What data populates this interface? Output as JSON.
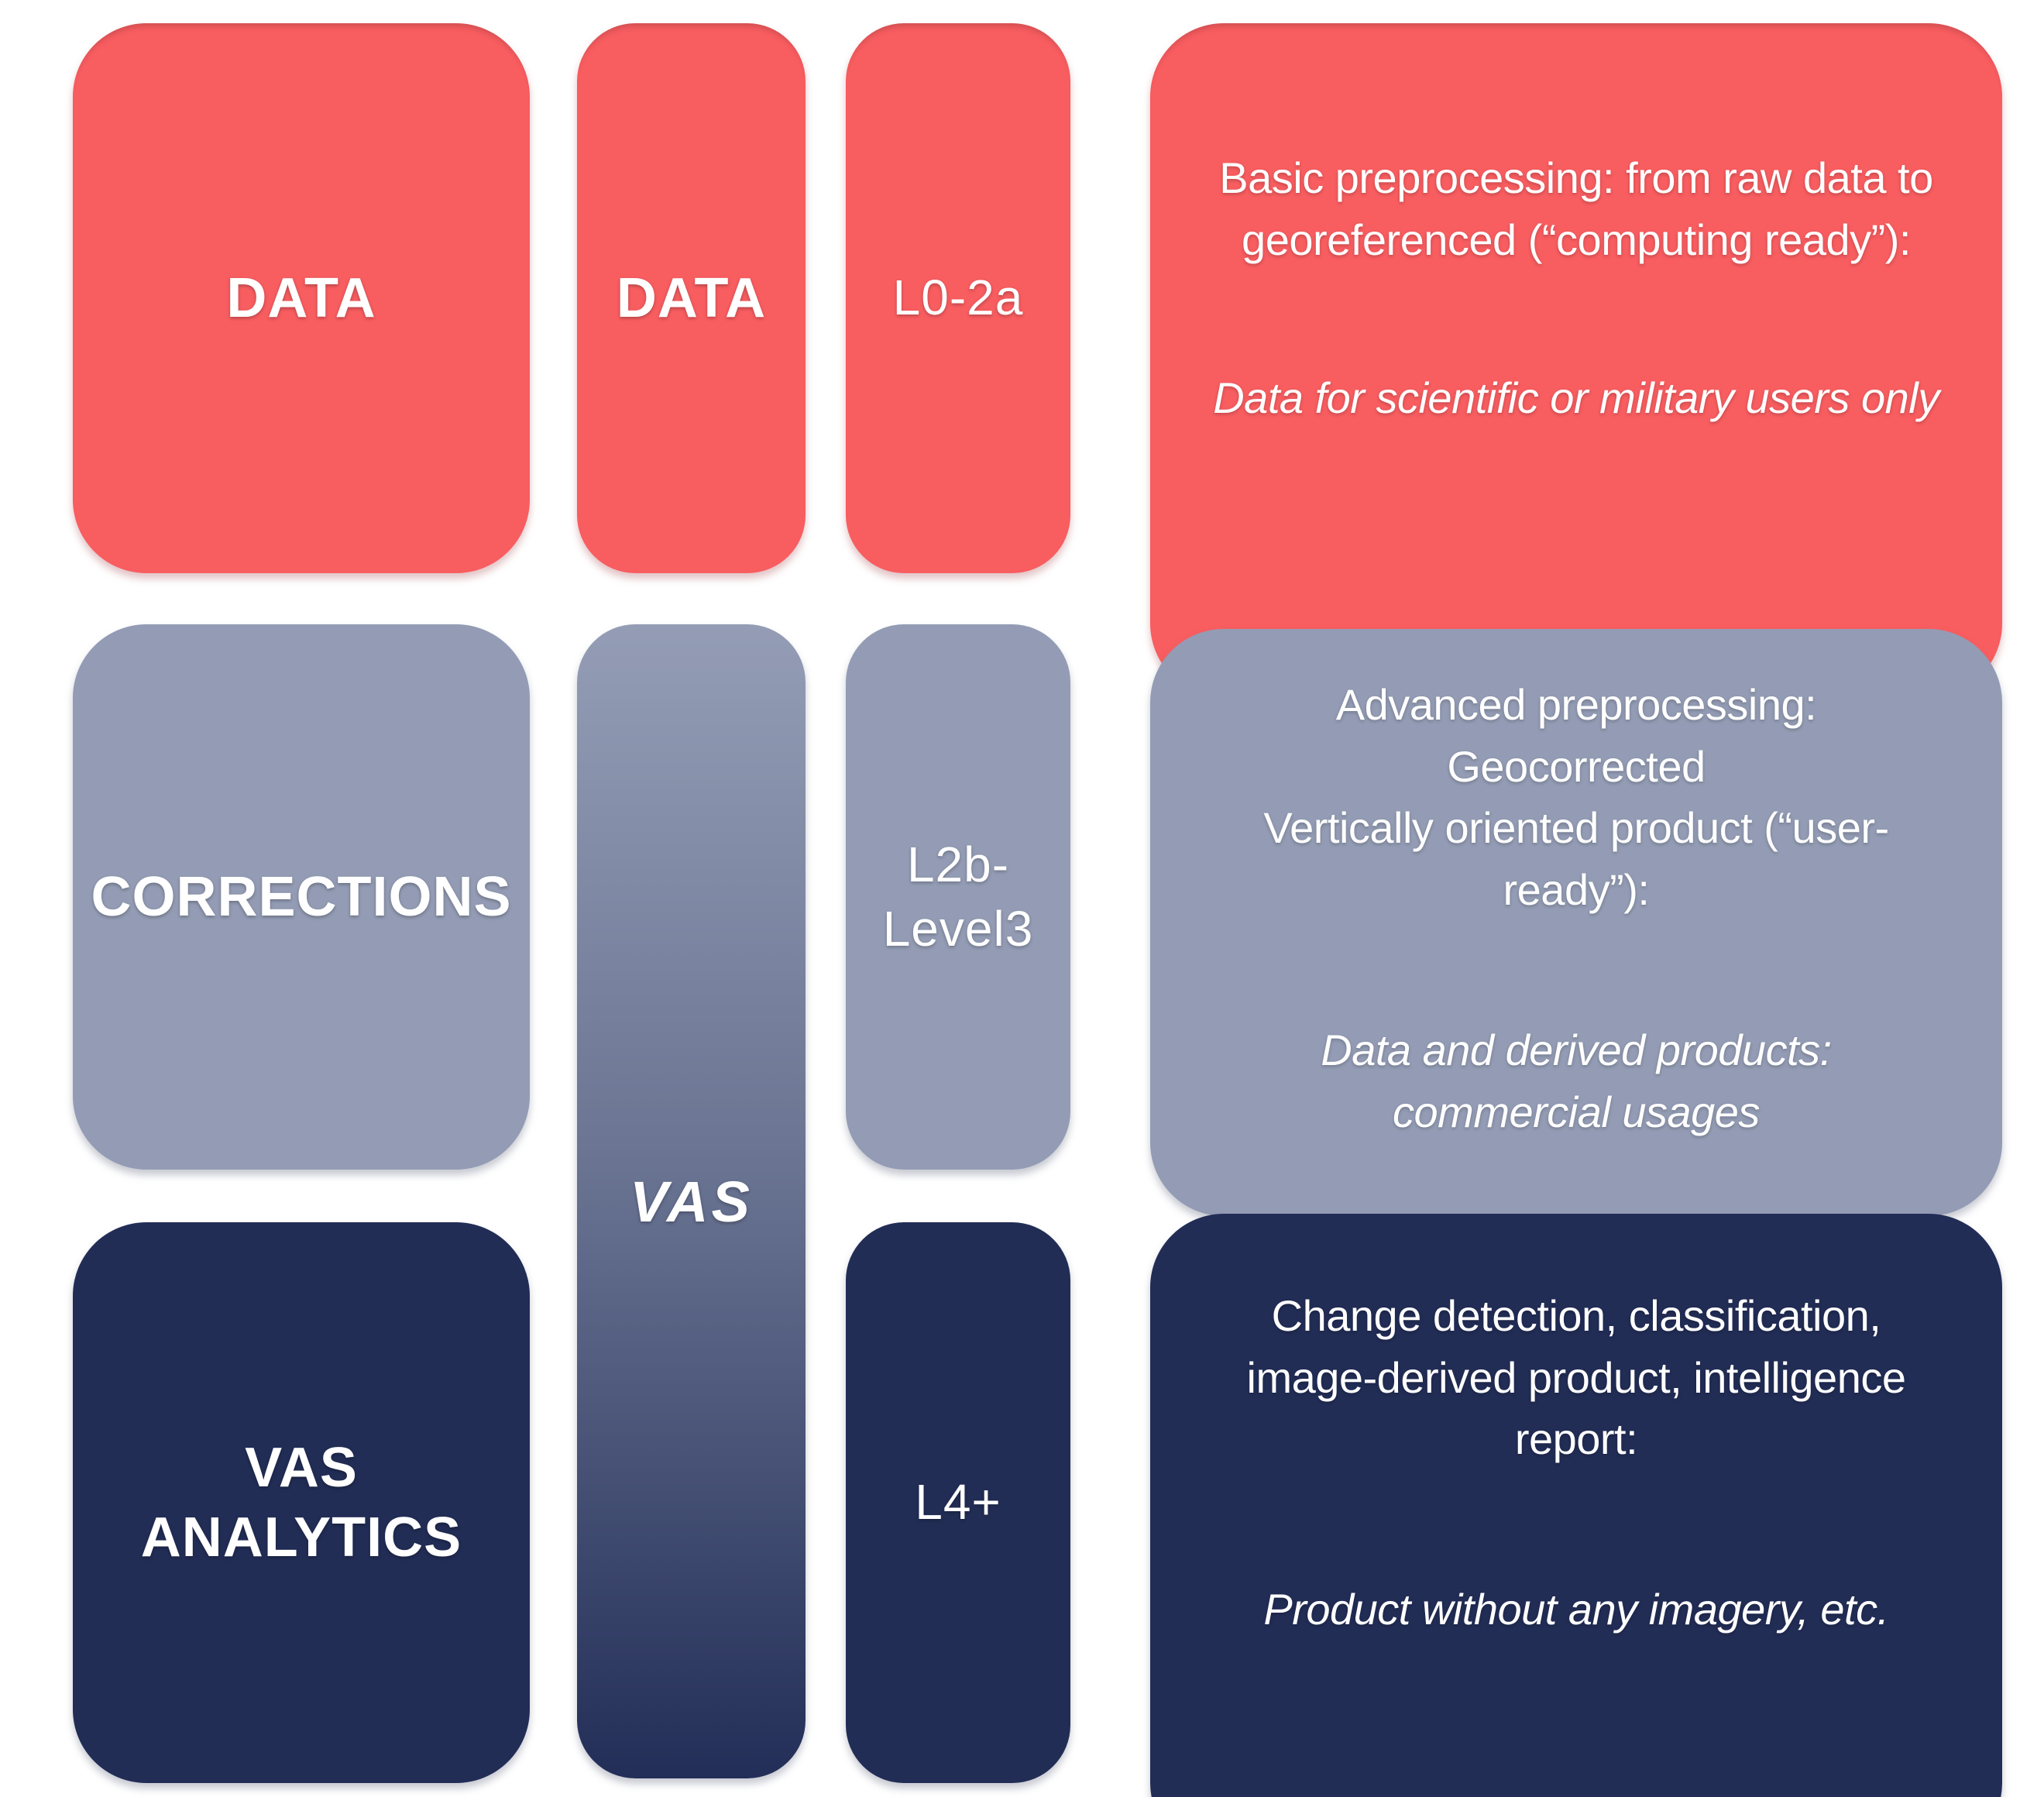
{
  "diagram": {
    "background": "#FFFFFF",
    "colors": {
      "red": "#F85D60",
      "gray_blue": "#939CB4",
      "navy": "#222D56",
      "vas_gradient_top": "#949DB5",
      "vas_gradient_bottom": "#232E58",
      "text": "#FFFFFF"
    },
    "boxes": {
      "data_left": {
        "label": "DATA"
      },
      "data_mid": {
        "label": "DATA"
      },
      "l0_2a": {
        "label": "L0-2a"
      },
      "desc_basic": {
        "main": "Basic preprocessing: from raw data to\ngeoreferenced (“computing ready”):",
        "note": "Data for scientific or military users only"
      },
      "corrections": {
        "label": "CORRECTIONS"
      },
      "vas": {
        "label": "VAS"
      },
      "l2b_level3": {
        "label": "L2b-\nLevel3"
      },
      "desc_advanced": {
        "main": "Advanced preprocessing:\nGeocorrected\nVertically oriented product (“user-\nready”):",
        "note": "Data and derived products:\ncommercial usages"
      },
      "vas_analytics": {
        "label": "VAS\nANALYTICS"
      },
      "l4_plus": {
        "label": "L4+"
      },
      "desc_change": {
        "main": "Change detection, classification,\nimage-derived product, intelligence\nreport:",
        "note": "Product without any imagery, etc."
      }
    }
  }
}
